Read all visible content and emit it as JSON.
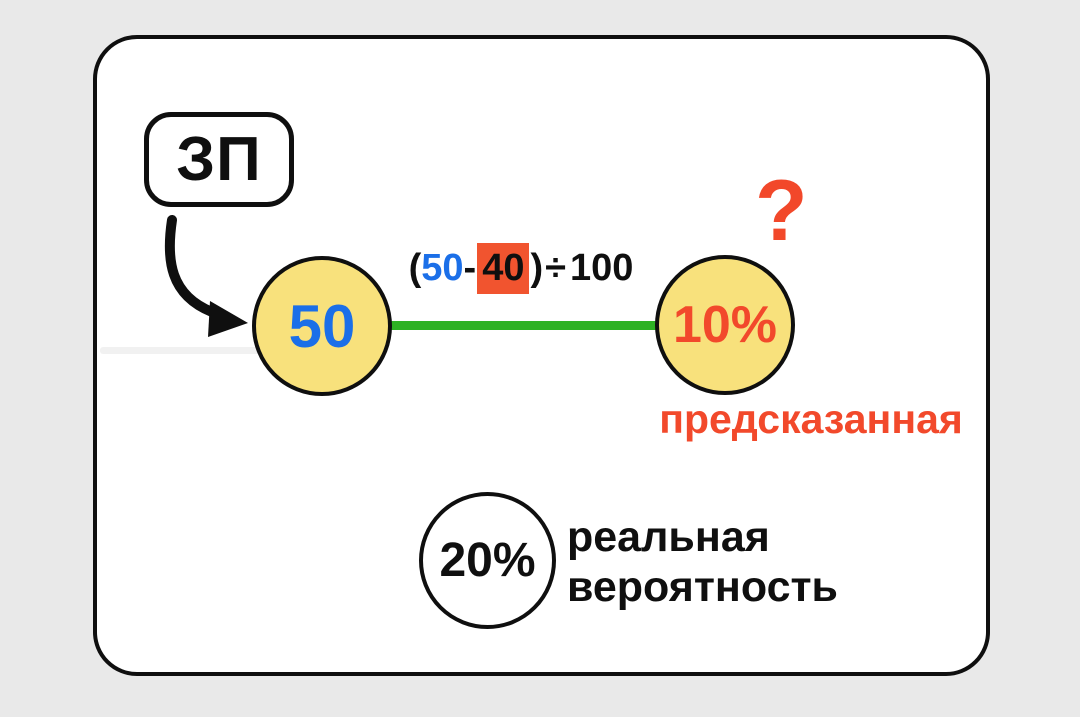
{
  "zp_box": {
    "label": "ЗП"
  },
  "left_node": {
    "value": "50"
  },
  "formula": {
    "open_paren": "(",
    "minuend": "50",
    "minus": "-",
    "subtrahend": "40",
    "close_paren": ")",
    "divide_sign": "÷",
    "divisor": "100",
    "full_text": "(50-40)÷100"
  },
  "right_node": {
    "value": "10%",
    "question_mark": "?",
    "caption": "предсказанная"
  },
  "real_node": {
    "value": "20%",
    "caption_line1": "реальная",
    "caption_line2": "вероятность"
  },
  "colors": {
    "background": "#e9e9e9",
    "card": "#ffffff",
    "outline": "#0f0f0f",
    "node_fill": "#f8e17c",
    "blue": "#1b6fe8",
    "red": "#f2492b",
    "red_highlight": "#f1542f",
    "green": "#2eb224"
  }
}
